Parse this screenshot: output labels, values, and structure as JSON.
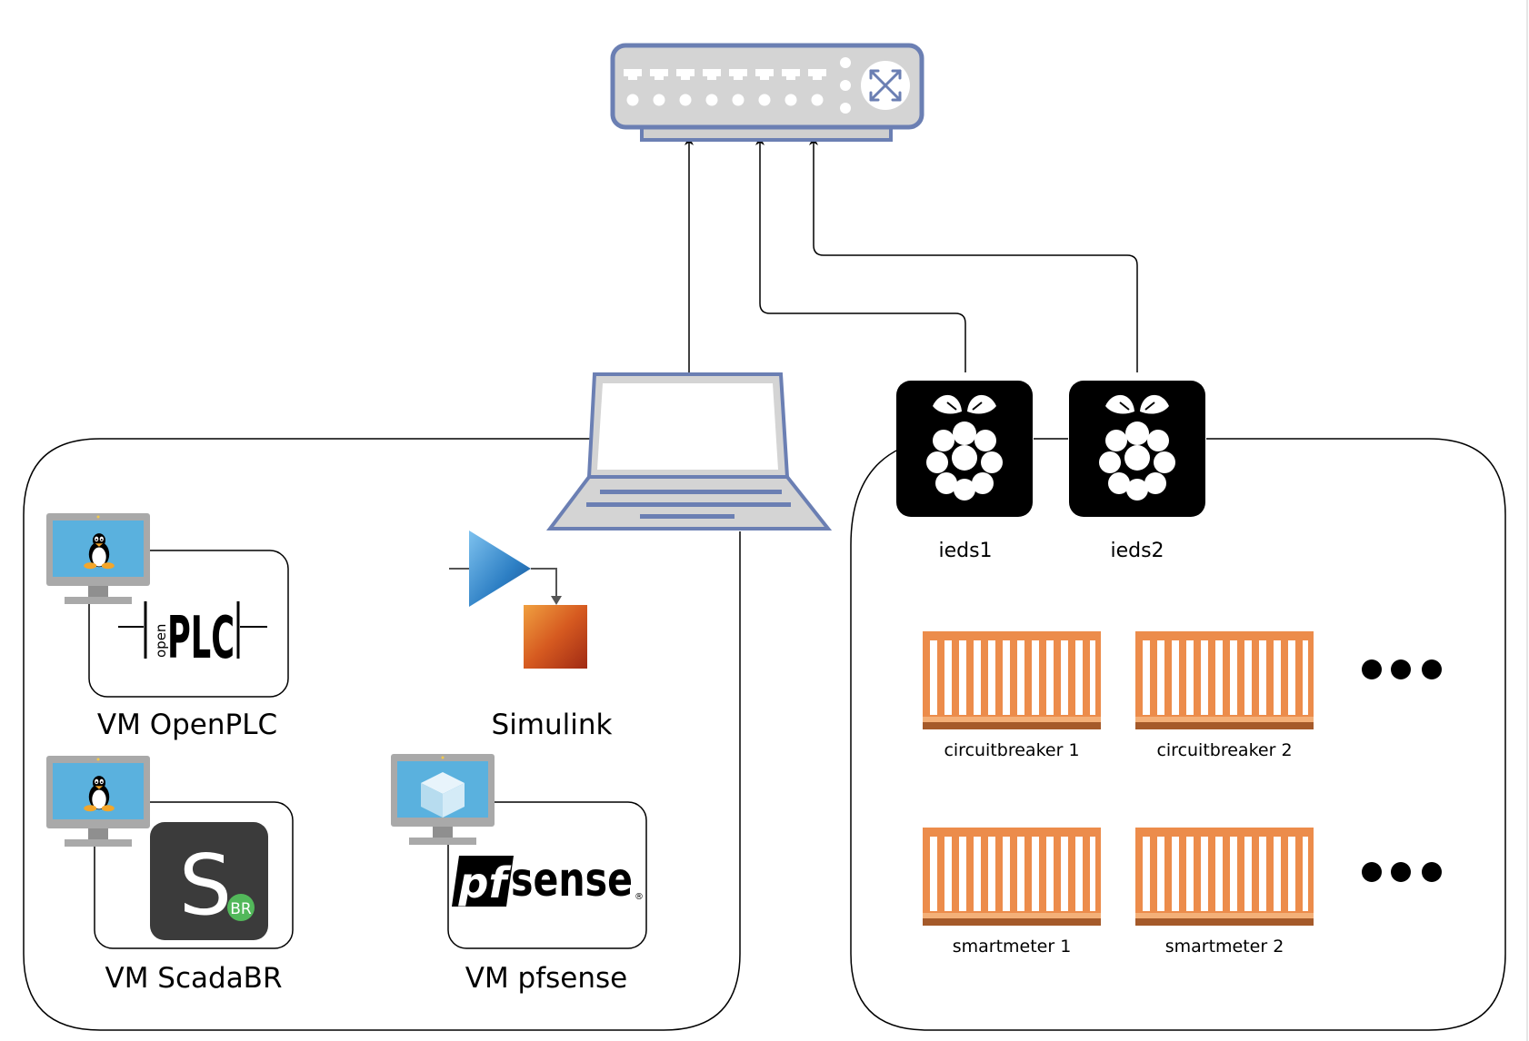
{
  "labels": {
    "openplc": "VM OpenPLC",
    "simulink": "Simulink",
    "scadabr": "VM ScadaBR",
    "pfsense": "VM pfsense",
    "ieds1": "ieds1",
    "ieds2": "ieds2",
    "cb1": "circuitbreaker 1",
    "cb2": "circuitbreaker 2",
    "sm1": "smartmeter 1",
    "sm2": "smartmeter 2"
  },
  "logos": {
    "openplc_small": "open",
    "openplc_big": "PLC",
    "scadabr_letter": "S",
    "scadabr_badge": "BR",
    "pfsense_pf": "pf",
    "pfsense_sense": "sense",
    "pfsense_reg": "®"
  },
  "icons": {
    "switch": "network-switch-icon",
    "laptop": "laptop-icon",
    "raspberry": "raspberry-pi-icon",
    "container": "container-icon",
    "monitor": "monitor-icon",
    "linux": "tux-icon",
    "cube": "virtualbox-cube-icon",
    "ellipsis": "ellipsis-icon"
  },
  "colors": {
    "switch_fill": "#d4d4d4",
    "switch_stroke": "#6b7fb3",
    "raspberry_bg": "#000000",
    "container_fill": "#ec8c4b",
    "container_base": "#a55a2a",
    "monitor_frame": "#a9a9a9",
    "monitor_screen": "#5ab1de",
    "scadabr_bg": "#3b3b3b",
    "scadabr_badge": "#52b85a"
  }
}
